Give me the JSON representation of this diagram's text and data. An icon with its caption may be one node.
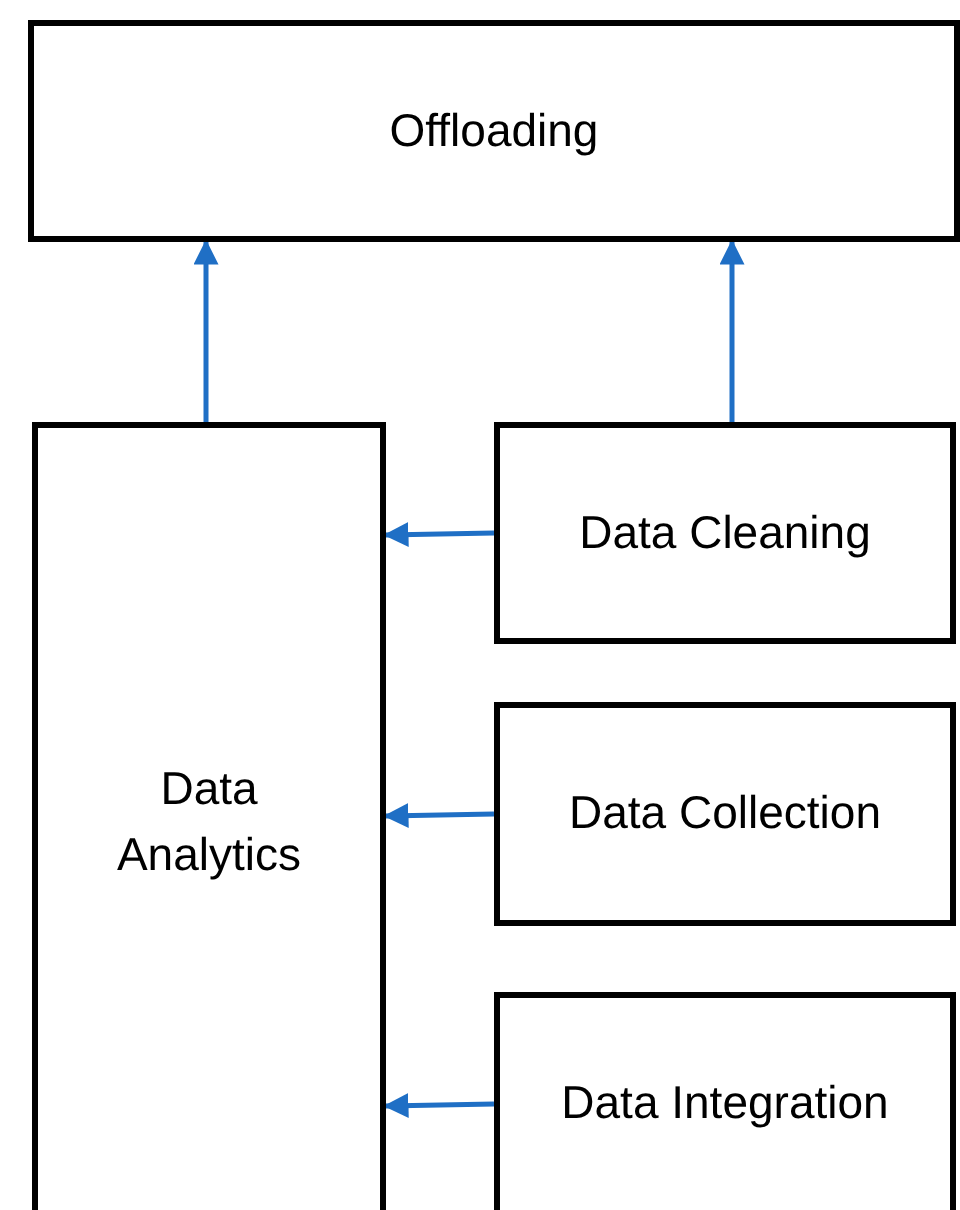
{
  "diagram": {
    "nodes": [
      {
        "text": [
          "Offloading"
        ]
      },
      {
        "text": [
          "Data Analytics"
        ]
      },
      {
        "text": [
          "Data Cleaning"
        ]
      },
      {
        "text": [
          "Data Collection"
        ]
      },
      {
        "text": [
          "Data Integration"
        ]
      }
    ],
    "edges": [
      {
        "from": 1,
        "to": 0,
        "arrow": "to"
      },
      {
        "from": 2,
        "to": 0,
        "arrow": "to"
      },
      {
        "from": 2,
        "to": 1,
        "arrow": "to"
      },
      {
        "from": 3,
        "to": 1,
        "arrow": "to"
      },
      {
        "from": 4,
        "to": 1,
        "arrow": "to"
      }
    ]
  }
}
